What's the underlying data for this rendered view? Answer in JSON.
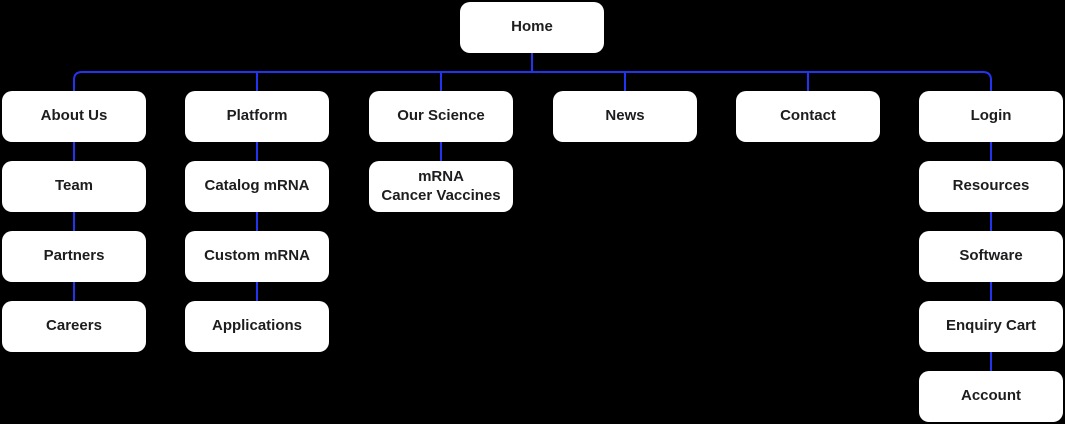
{
  "root": {
    "label": "Home"
  },
  "columns": [
    {
      "name": "about-us",
      "items": [
        "About Us",
        "Team",
        "Partners",
        "Careers"
      ]
    },
    {
      "name": "platform",
      "items": [
        "Platform",
        "Catalog mRNA",
        "Custom mRNA",
        "Applications"
      ]
    },
    {
      "name": "our-science",
      "items": [
        "Our Science",
        "mRNA\nCancer Vaccines"
      ]
    },
    {
      "name": "news",
      "items": [
        "News"
      ]
    },
    {
      "name": "contact",
      "items": [
        "Contact"
      ]
    },
    {
      "name": "login",
      "items": [
        "Login",
        "Resources",
        "Software",
        "Enquiry Cart",
        "Account"
      ]
    }
  ],
  "colors": {
    "background": "#000000",
    "node_bg": "#ffffff",
    "node_text": "#1d1d1f",
    "connector": "#2334ee"
  }
}
